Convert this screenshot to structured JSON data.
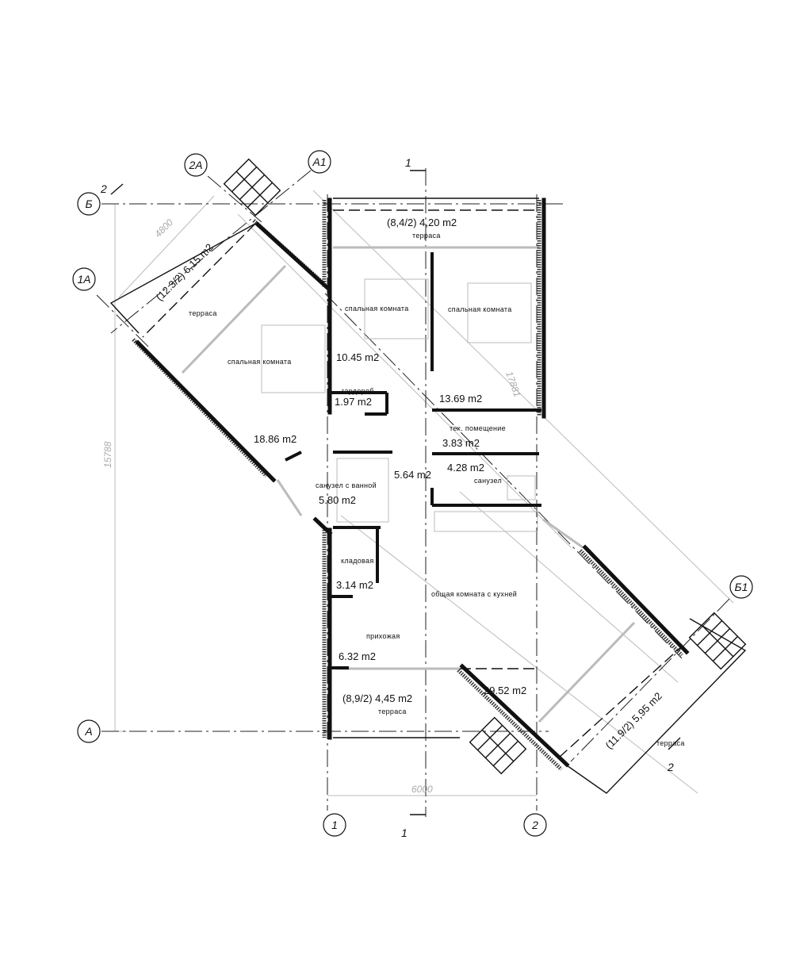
{
  "grid_axes": {
    "B_cyr": "Б",
    "A1": "А1",
    "A2": "2А",
    "A1A": "1А",
    "A": "А",
    "B1": "Б1",
    "ax1": "1",
    "ax2": "2"
  },
  "sections": {
    "s1": "1",
    "s2": "2"
  },
  "dimensions": {
    "d4800": "4800",
    "d15788": "15788",
    "d17881": "17881",
    "d6000": "6000"
  },
  "rooms": {
    "terrace_top": {
      "area": "(8,4/2) 4,20 m2",
      "name": "терраса"
    },
    "terrace_left": {
      "area": "(12.3/2) 6,15 m2",
      "name": "терраса"
    },
    "terrace_bottom": {
      "area": "(8,9/2) 4,45 m2",
      "name": "терраса"
    },
    "terrace_right": {
      "area": "(11.9/2) 5,95 m2",
      "name": "терраса"
    },
    "bedroom1": {
      "name": "спальная комната",
      "area": "10.45 m2"
    },
    "bedroom2": {
      "name": "спальная комната",
      "area": "13.69 m2"
    },
    "bedroom3": {
      "name": "спальная комната",
      "area": "18.86 m2"
    },
    "wardrobe": {
      "name": "гардероб",
      "area": "1.97 m2"
    },
    "tech": {
      "name": "тех. помещение",
      "area": "3.83 m2"
    },
    "wc": {
      "name": "санузел",
      "area": "4.28 m2"
    },
    "hall": {
      "area": "5.64 m2"
    },
    "bath": {
      "name": "санузел с ванной",
      "area": "5.80 m2"
    },
    "storage": {
      "name": "кладовая",
      "area": "3.14 m2"
    },
    "entry": {
      "name": "прихожая",
      "area": "6.32 m2"
    },
    "living": {
      "name": "общая комната с кухней",
      "area": "29.52 m2"
    }
  }
}
